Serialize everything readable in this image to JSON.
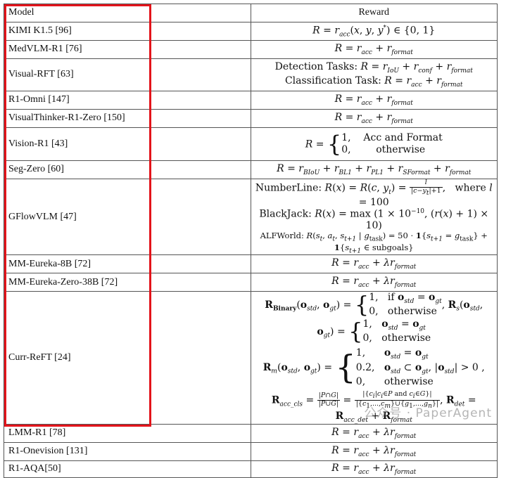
{
  "header": {
    "model": "Model",
    "reward": "Reward"
  },
  "rows": [
    {
      "model": "KIMI K1.5 [96]",
      "reward": "R = r_acc(x, y, y*) ∈ {0, 1}"
    },
    {
      "model": "MedVLM-R1 [76]",
      "reward": "R = r_acc + r_format"
    },
    {
      "model": "Visual-RFT [63]",
      "reward_lines": [
        "Detection Tasks: R = r_IoU + r_conf + r_format",
        "Classification Task: R = r_acc + r_format"
      ]
    },
    {
      "model": "R1-Omni [147]",
      "reward": "R = r_acc + r_format"
    },
    {
      "model": "VisualThinker-R1-Zero [150]",
      "reward": "R = r_acc + r_format"
    },
    {
      "model": "Vision-R1 [43]",
      "reward_cases": {
        "lhs": "R =",
        "case1": "1,",
        "cond1": "Acc and Format",
        "case2": "0,",
        "cond2": "otherwise"
      }
    },
    {
      "model": "Seg-Zero [60]",
      "reward": "R = r_BIoU + r_BL1 + r_PL1 + r_SFormat + r_format"
    },
    {
      "model": "GFlowVLM [47]",
      "reward_lines": [
        "NumberLine: R(x) = R(c, y_t) = l / (|c − y_t| + 1),   where l = 100",
        "BlackJack: R(x) = max (1 × 10^−10, (r(x) + 1) × 10)",
        "ALFWorld: R(s_t, a_t, s_t+1 | g_task) = 50 · 1{s_t+1 = g_task} + 1{s_t+1 ∈ subgoals}"
      ]
    },
    {
      "model": "MM-Eureka-8B [72]",
      "reward": "R = r_acc + λ r_format"
    },
    {
      "model": "MM-Eureka-Zero-38B [72]",
      "reward": "R = r_acc + λ r_format"
    },
    {
      "model": "Curr-ReFT [24]",
      "reward_lines": [
        "R_Binary(o_std, o_gt) = {1, if o_std = o_gt; 0, otherwise},  R_s(o_std, o_gt) = {1, o_std = o_gt; 0, otherwise}",
        "R_m(o_std, o_gt) = {1, o_std = o_gt; 0.2, o_std ⊂ o_gt, |o_std| > 0; 0, otherwise},",
        "R_acc_cls = |P∩G| / |P∪G| = |{c_i | c_i ∈ P and c_i ∈ G}| / |{c_1,…,c_m} ∪ {g_1,…,g_n}|,  R_det = R_acc_det + R_format"
      ]
    },
    {
      "model": "LMM-R1 [78]",
      "reward": "R = r_acc + λ r_format"
    },
    {
      "model": "R1-Onevision [131]",
      "reward": "R = r_acc + λ r_format"
    },
    {
      "model": "R1-AQA[50]",
      "reward": "R = r_acc + λ r_format"
    }
  ],
  "watermark": "公众号 · PaperAgent",
  "colors": {
    "highlight_box": "#e3141b",
    "border": "#555555"
  }
}
